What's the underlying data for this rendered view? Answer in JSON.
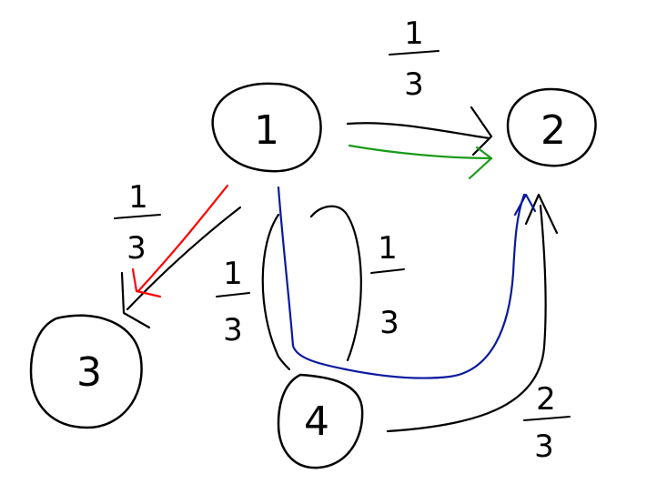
{
  "nodes": [
    {
      "id": "1",
      "label": "1"
    },
    {
      "id": "2",
      "label": "2"
    },
    {
      "id": "3",
      "label": "3"
    },
    {
      "id": "4",
      "label": "4"
    }
  ],
  "edges": [
    {
      "from": "1",
      "to": "2",
      "label": {
        "num": "1",
        "den": "3"
      }
    },
    {
      "from": "1",
      "to": "3",
      "label": {
        "num": "1",
        "den": "3"
      }
    },
    {
      "from": "1",
      "to": "4",
      "label": {
        "num": "1",
        "den": "3"
      }
    },
    {
      "from": "4",
      "to": "1",
      "label": {
        "num": "1",
        "den": "3"
      }
    },
    {
      "from": "4",
      "to": "2",
      "label": {
        "num": "2",
        "den": "3"
      }
    }
  ],
  "colors": {
    "ink": "#000000",
    "highlight_1_to_2": "#1a9a1a",
    "highlight_1_to_3": "#ff0000",
    "highlight_1_to_4_to_2": "#0a1aa0"
  }
}
